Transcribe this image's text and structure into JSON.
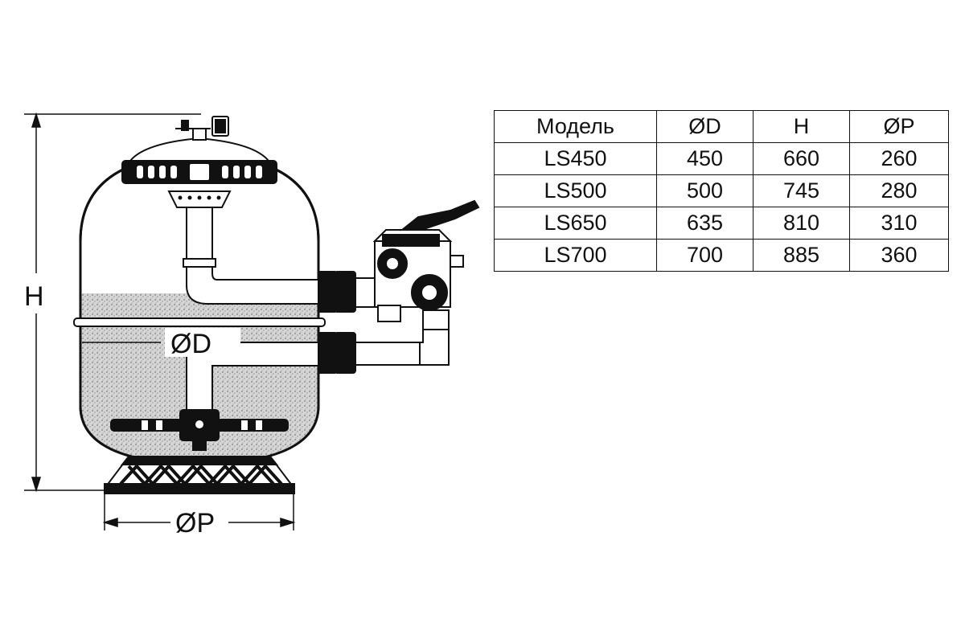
{
  "drawing": {
    "height_label": "H",
    "diameter_label": "ØD",
    "base_label": "ØP"
  },
  "table": {
    "headers": [
      "Модель",
      "ØD",
      "H",
      "ØP"
    ],
    "rows": [
      [
        "LS450",
        "450",
        "660",
        "260"
      ],
      [
        "LS500",
        "500",
        "745",
        "280"
      ],
      [
        "LS650",
        "635",
        "810",
        "310"
      ],
      [
        "LS700",
        "700",
        "885",
        "360"
      ]
    ]
  },
  "colors": {
    "ink": "#111111",
    "sand": "#cfcfcf",
    "body": "#ffffff"
  }
}
